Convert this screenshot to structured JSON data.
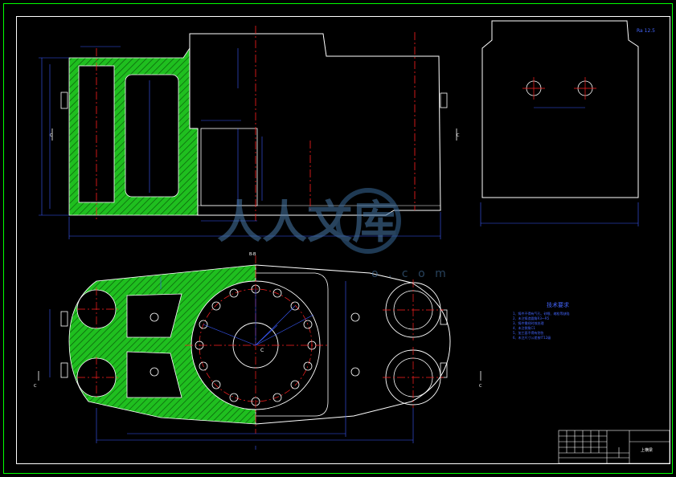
{
  "drawing": {
    "section_mark": "B-B",
    "center_mark": "C",
    "side_marks": [
      "C",
      "C",
      "C",
      "C"
    ],
    "roughness_symbol": "Ra 12.5",
    "colors": {
      "outline": "#ffffff",
      "centerline": "#ff2020",
      "dimension": "#3b5bff",
      "hatch": "#22dd22",
      "border": "#00ff00",
      "note_text": "#4466ff"
    }
  },
  "notes": {
    "title": "技术要求",
    "items": [
      "1、铸件不得有气孔、砂眼、缩松等缺陷",
      "2、未注铸造圆角R3～R5",
      "3、铸件需经时效处理",
      "4、未注倒角C1",
      "5、加工面不得有划伤",
      "6、未注尺寸公差按IT12级"
    ]
  },
  "title_block": {
    "part_name": "上横梁"
  },
  "watermark": {
    "logo_text": "人人文库",
    "url_text": "o . c o m"
  }
}
